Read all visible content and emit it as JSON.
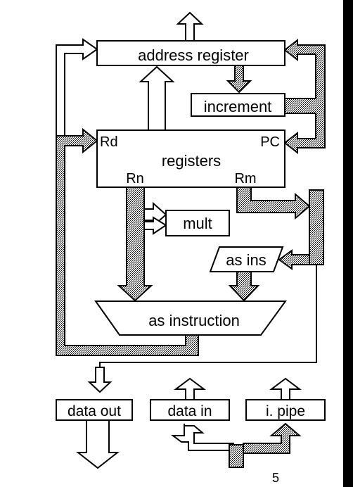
{
  "blocks": {
    "address_register": "address register",
    "increment": "increment",
    "registers": "registers",
    "rd": "Rd",
    "pc": "PC",
    "rn": "Rn",
    "rm": "Rm",
    "mult": "mult",
    "as_ins": "as ins",
    "as_instruction": "as instruction",
    "data_out": "data out",
    "data_in": "data in",
    "i_pipe": "i. pipe"
  },
  "page_number": "5"
}
